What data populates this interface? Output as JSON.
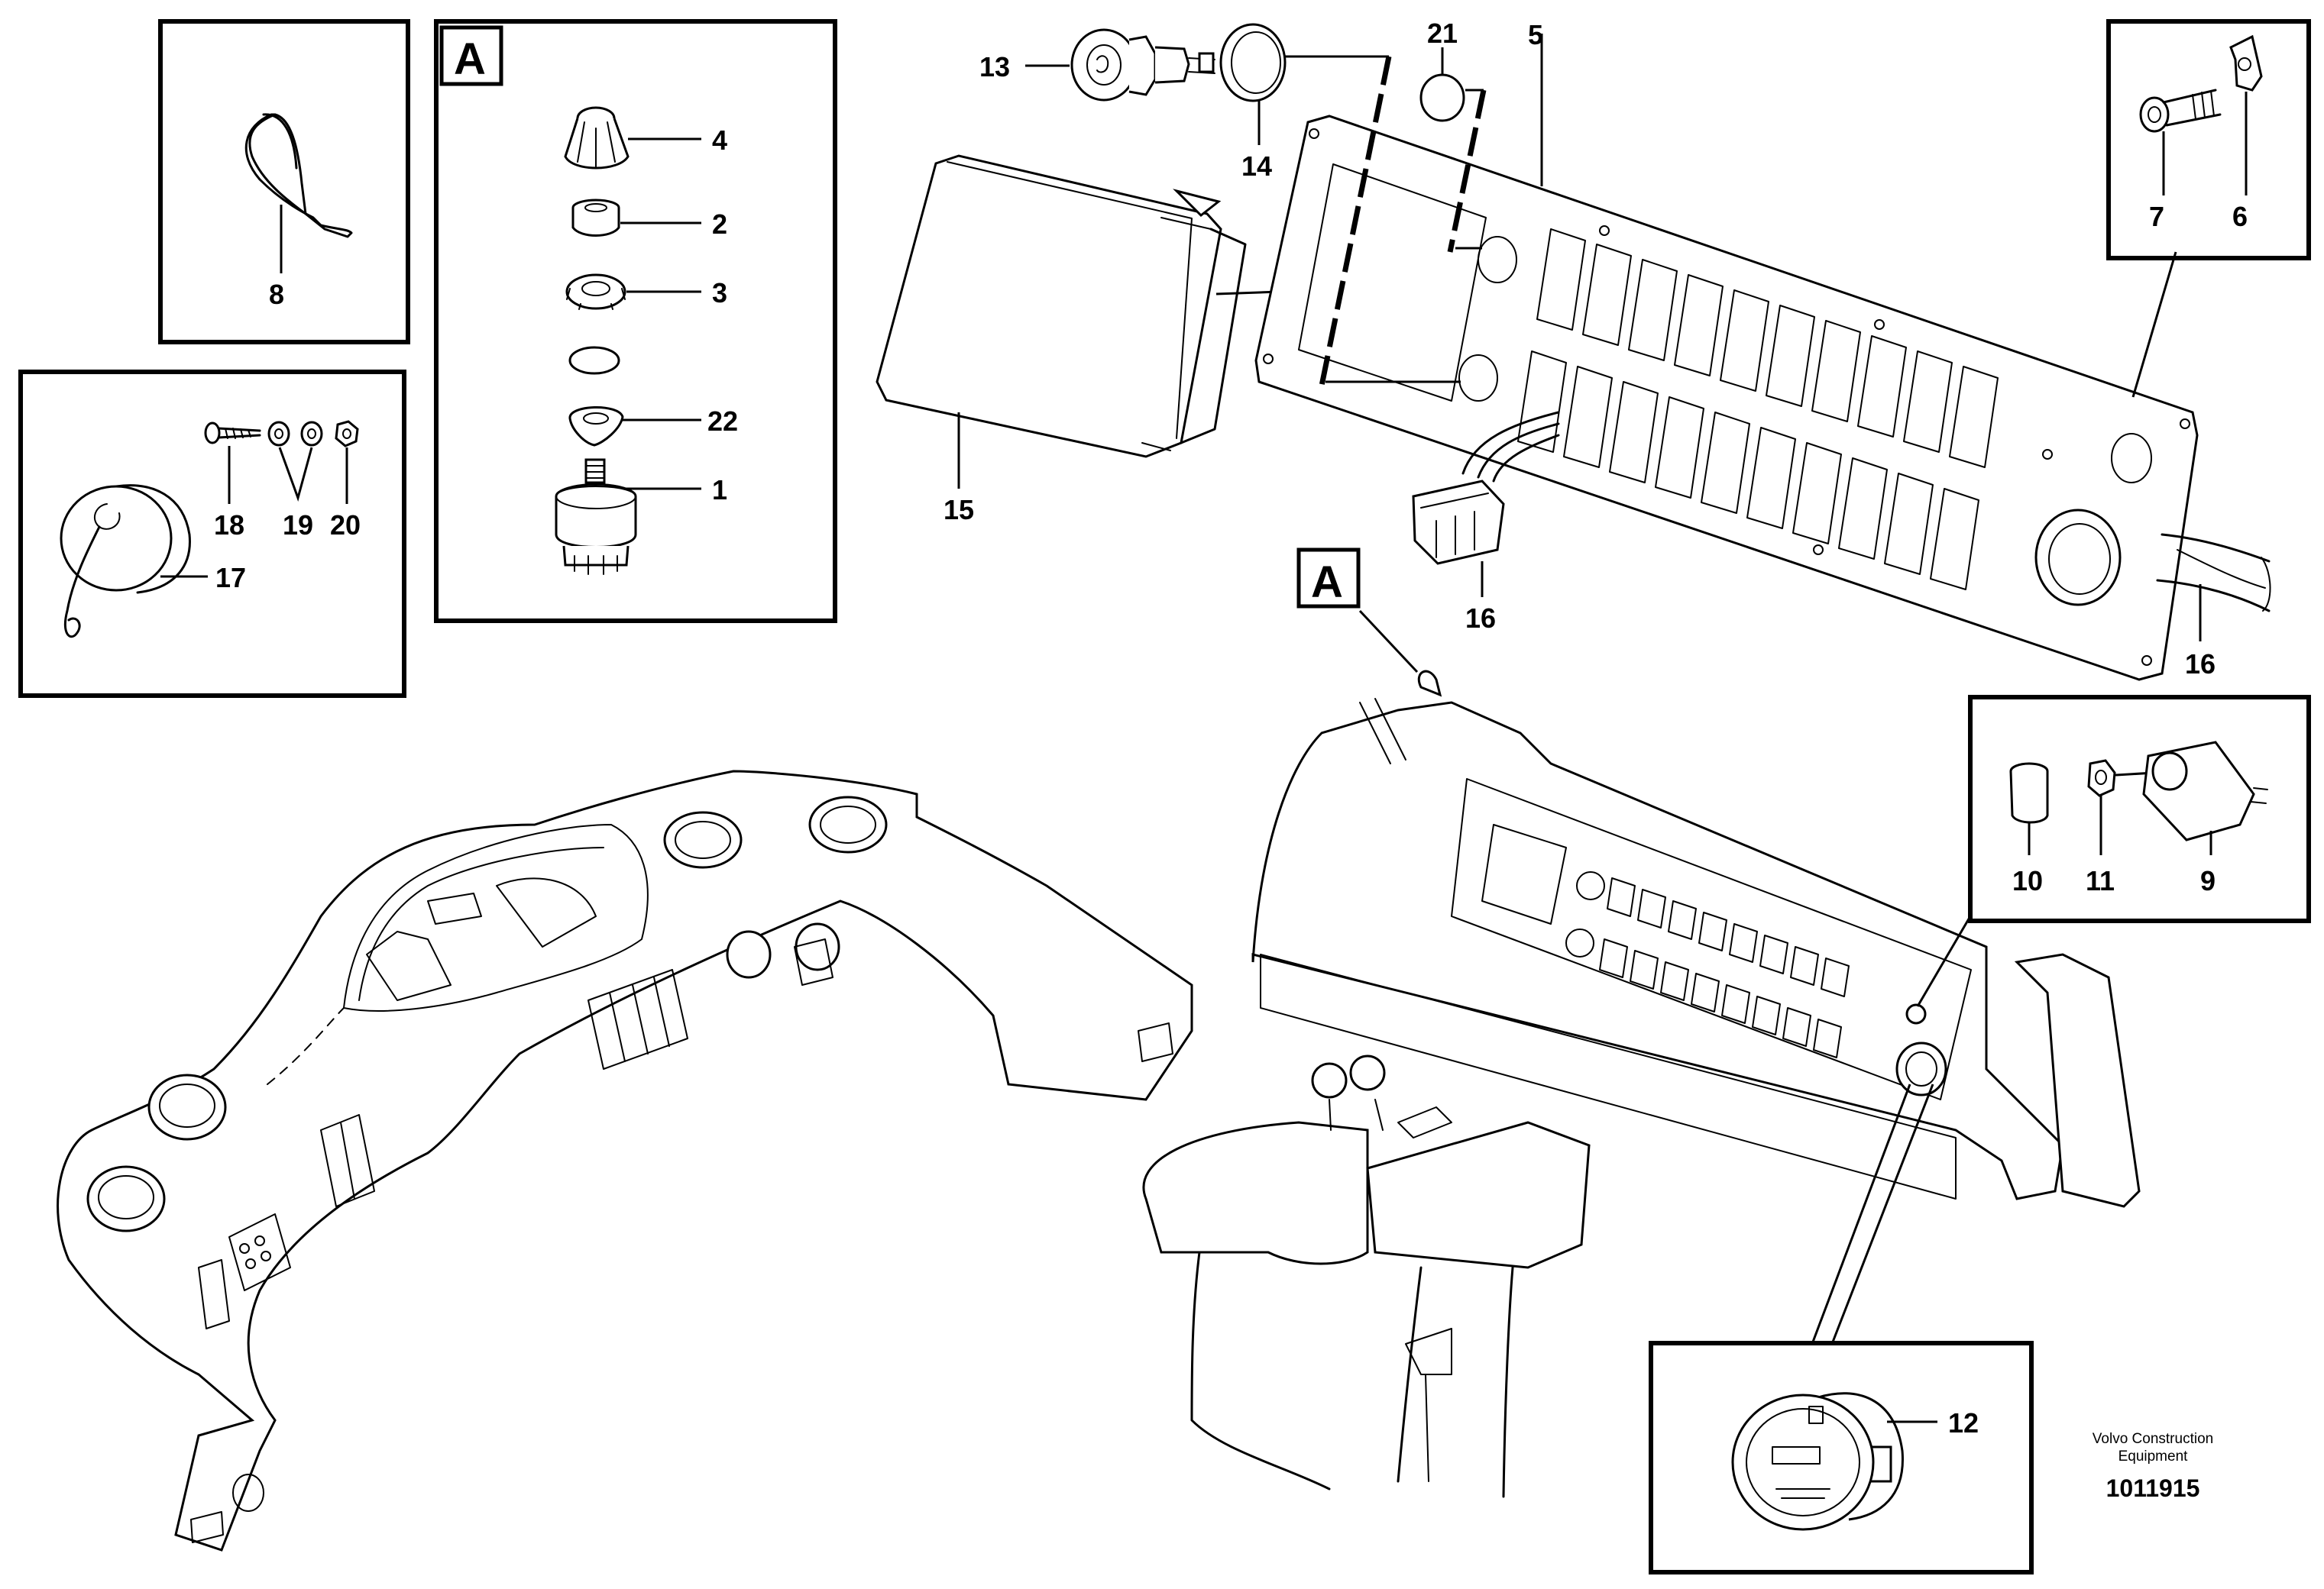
{
  "callouts": {
    "c1": "1",
    "c2": "2",
    "c3": "3",
    "c4": "4",
    "c5": "5",
    "c6": "6",
    "c7": "7",
    "c8": "8",
    "c9": "9",
    "c10": "10",
    "c11": "11",
    "c12": "12",
    "c13": "13",
    "c14": "14",
    "c15": "15",
    "c16a": "16",
    "c16b": "16",
    "c17": "17",
    "c18": "18",
    "c19": "19",
    "c20": "20",
    "c21": "21",
    "c22": "22"
  },
  "detail_tags": {
    "inset": "A",
    "main": "A"
  },
  "brand": {
    "line1": "Volvo Construction",
    "line2": "Equipment"
  },
  "doc_number": "1011915"
}
